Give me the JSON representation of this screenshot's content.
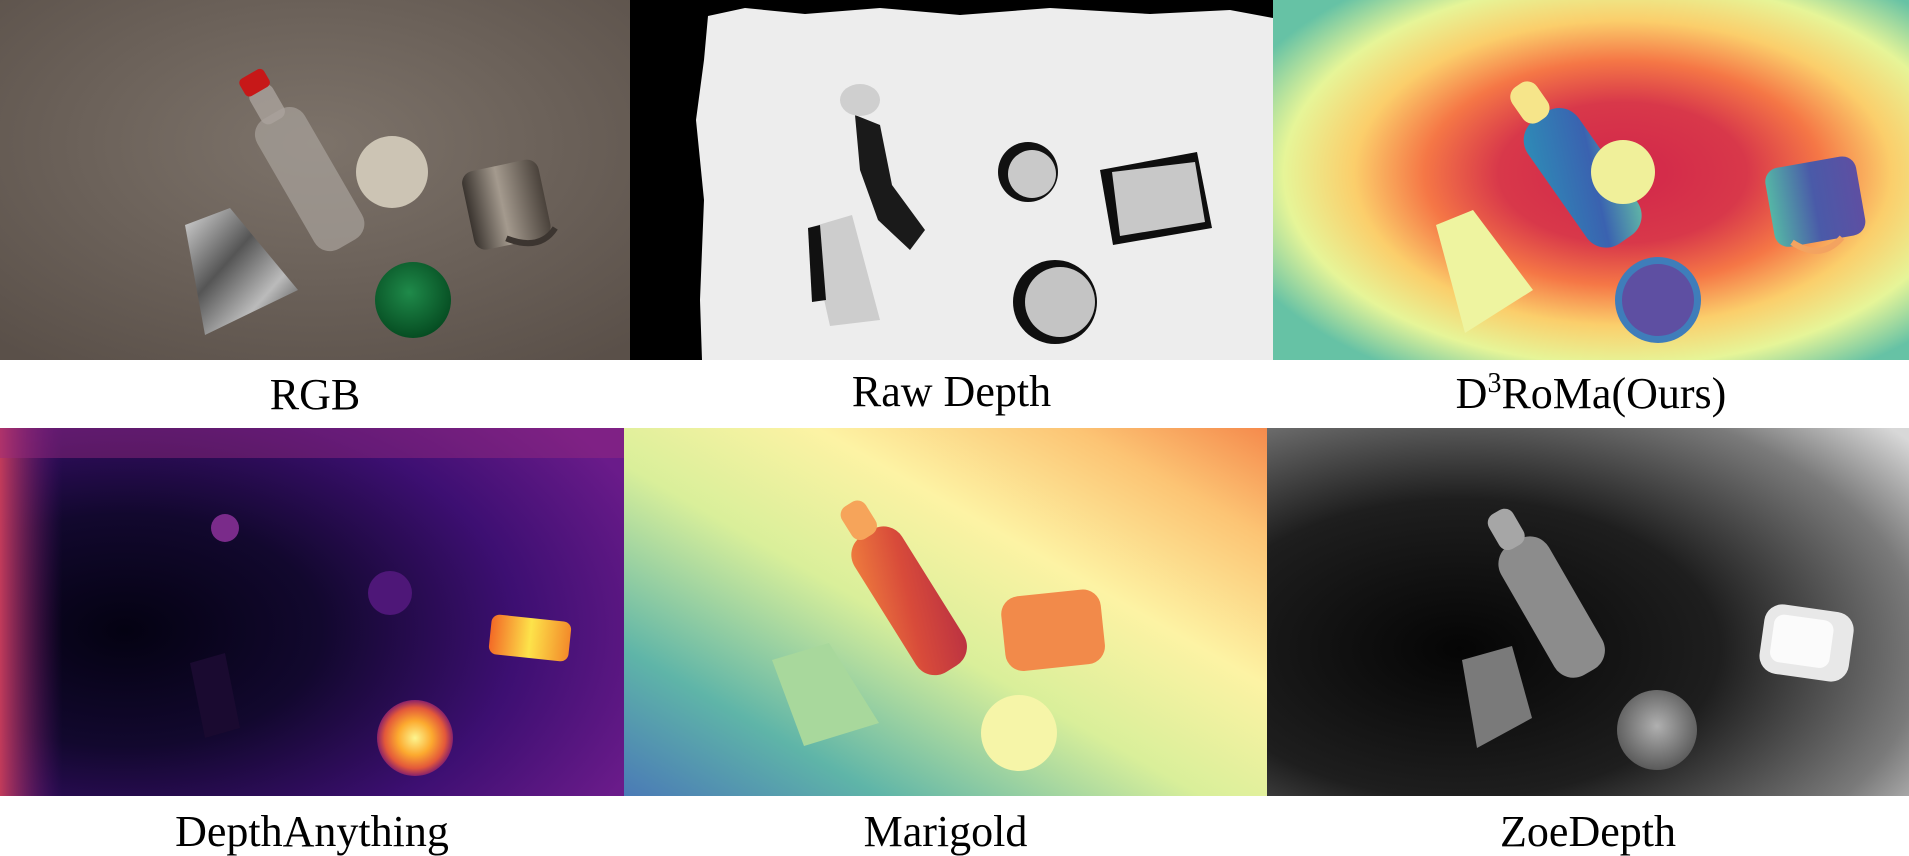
{
  "panels": [
    {
      "id": "rgb",
      "label": "RGB"
    },
    {
      "id": "raw-depth",
      "label": "Raw Depth"
    },
    {
      "id": "d3roma",
      "label_prefix": "D",
      "label_sup": "3",
      "label_suffix": "RoMa(Ours)"
    },
    {
      "id": "depth-anything",
      "label": "DepthAnything"
    },
    {
      "id": "marigold",
      "label": "Marigold"
    },
    {
      "id": "zoedepth",
      "label": "ZoeDepth"
    }
  ]
}
